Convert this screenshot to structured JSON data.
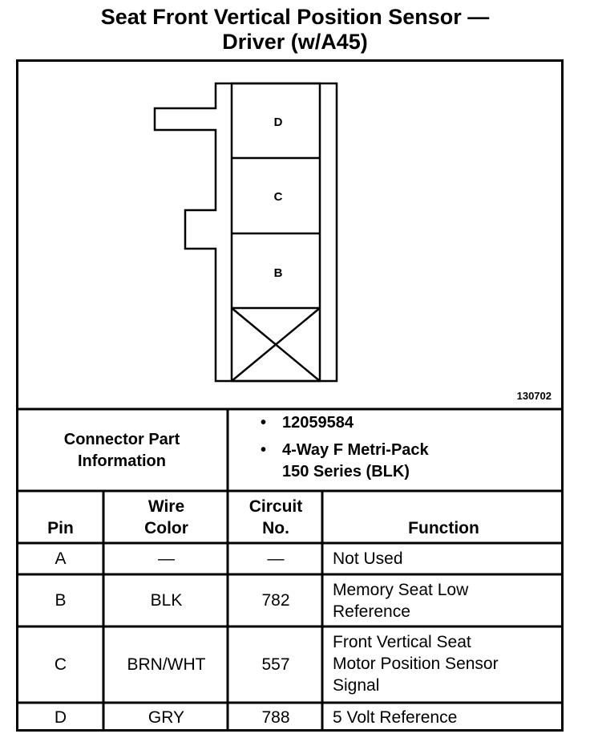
{
  "title": {
    "line1": "Seat Front Vertical Position Sensor —",
    "line2": "Driver (w/A45)"
  },
  "connector_diagram": {
    "pins": [
      "D",
      "C",
      "B"
    ],
    "figure_id": "130702"
  },
  "connector_info": {
    "label_line1": "Connector Part",
    "label_line2": "Information",
    "items": [
      "12059584",
      "4-Way F Metri-Pack 150 Series (BLK)"
    ],
    "item2_line1": "4-Way F Metri-Pack",
    "item2_line2": "150 Series (BLK)"
  },
  "table": {
    "headers": {
      "pin": "Pin",
      "wire_color_line1": "Wire",
      "wire_color_line2": "Color",
      "circuit_line1": "Circuit",
      "circuit_line2": "No.",
      "function": "Function"
    },
    "rows": [
      {
        "pin": "A",
        "wire_color": "—",
        "circuit": "—",
        "function_lines": [
          "Not Used"
        ]
      },
      {
        "pin": "B",
        "wire_color": "BLK",
        "circuit": "782",
        "function_lines": [
          "Memory Seat Low",
          "Reference"
        ]
      },
      {
        "pin": "C",
        "wire_color": "BRN/WHT",
        "circuit": "557",
        "function_lines": [
          "Front Vertical Seat",
          "Motor Position Sensor",
          "Signal"
        ]
      },
      {
        "pin": "D",
        "wire_color": "GRY",
        "circuit": "788",
        "function_lines": [
          "5 Volt Reference"
        ]
      }
    ]
  }
}
